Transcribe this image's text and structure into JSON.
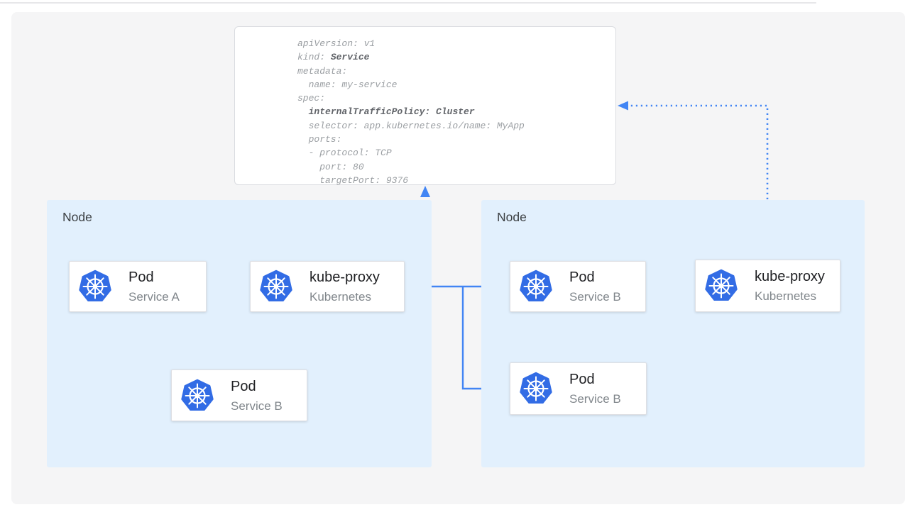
{
  "colors": {
    "canvas": "#F5F5F6",
    "node_fill": "#E2F0FD",
    "card_bg": "#FFFFFF",
    "card_border": "#DEDFE3",
    "accent_blue": "#4285F4",
    "k8s_blue": "#326CE5",
    "title_text": "#202124",
    "subtitle_text": "#80868B",
    "node_label_text": "#3C4043",
    "code_text": "#9B9FA3",
    "code_bold_text": "#606368",
    "panel_border": "#DADCE0",
    "divider": "#E7E7E9"
  },
  "yaml_panel": {
    "lines": [
      {
        "text": "apiVersion: v1"
      },
      {
        "pre": "kind: ",
        "bold": "Service"
      },
      {
        "text": "metadata:"
      },
      {
        "text": "  name: my-service"
      },
      {
        "text": "spec:"
      },
      {
        "pre": "  ",
        "bold": "internalTrafficPolicy: Cluster"
      },
      {
        "text": "  selector: app.kubernetes.io/name: MyApp"
      },
      {
        "text": "  ports:"
      },
      {
        "text": "  - protocol: TCP"
      },
      {
        "text": "    port: 80"
      },
      {
        "text": "    targetPort: 9376"
      }
    ]
  },
  "nodes": [
    {
      "label": "Node"
    },
    {
      "label": "Node"
    }
  ],
  "cards": [
    {
      "title": "Pod",
      "subtitle": "Service A",
      "icon": "kubernetes-icon"
    },
    {
      "title": "kube-proxy",
      "subtitle": "Kubernetes",
      "icon": "kubernetes-icon"
    },
    {
      "title": "Pod",
      "subtitle": "Service B",
      "icon": "kubernetes-icon"
    },
    {
      "title": "Pod",
      "subtitle": "Service B",
      "icon": "kubernetes-icon"
    },
    {
      "title": "kube-proxy",
      "subtitle": "Kubernetes",
      "icon": "kubernetes-icon"
    },
    {
      "title": "Pod",
      "subtitle": "Service B",
      "icon": "kubernetes-icon"
    }
  ]
}
